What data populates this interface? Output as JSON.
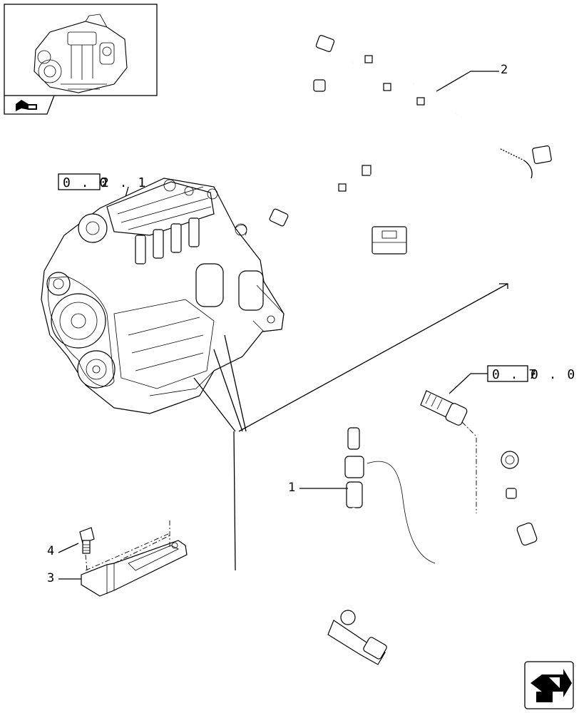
{
  "callouts": {
    "harness_1": "1",
    "harness_2": "2",
    "bracket_3": "3",
    "bolt_4": "4"
  },
  "refs": {
    "engine_ref_boxed": "0 . 0",
    "engine_ref_tail": "2 . 1",
    "sensor_ref_boxed": "0 . 7",
    "sensor_ref_tail": "0 . 0"
  }
}
